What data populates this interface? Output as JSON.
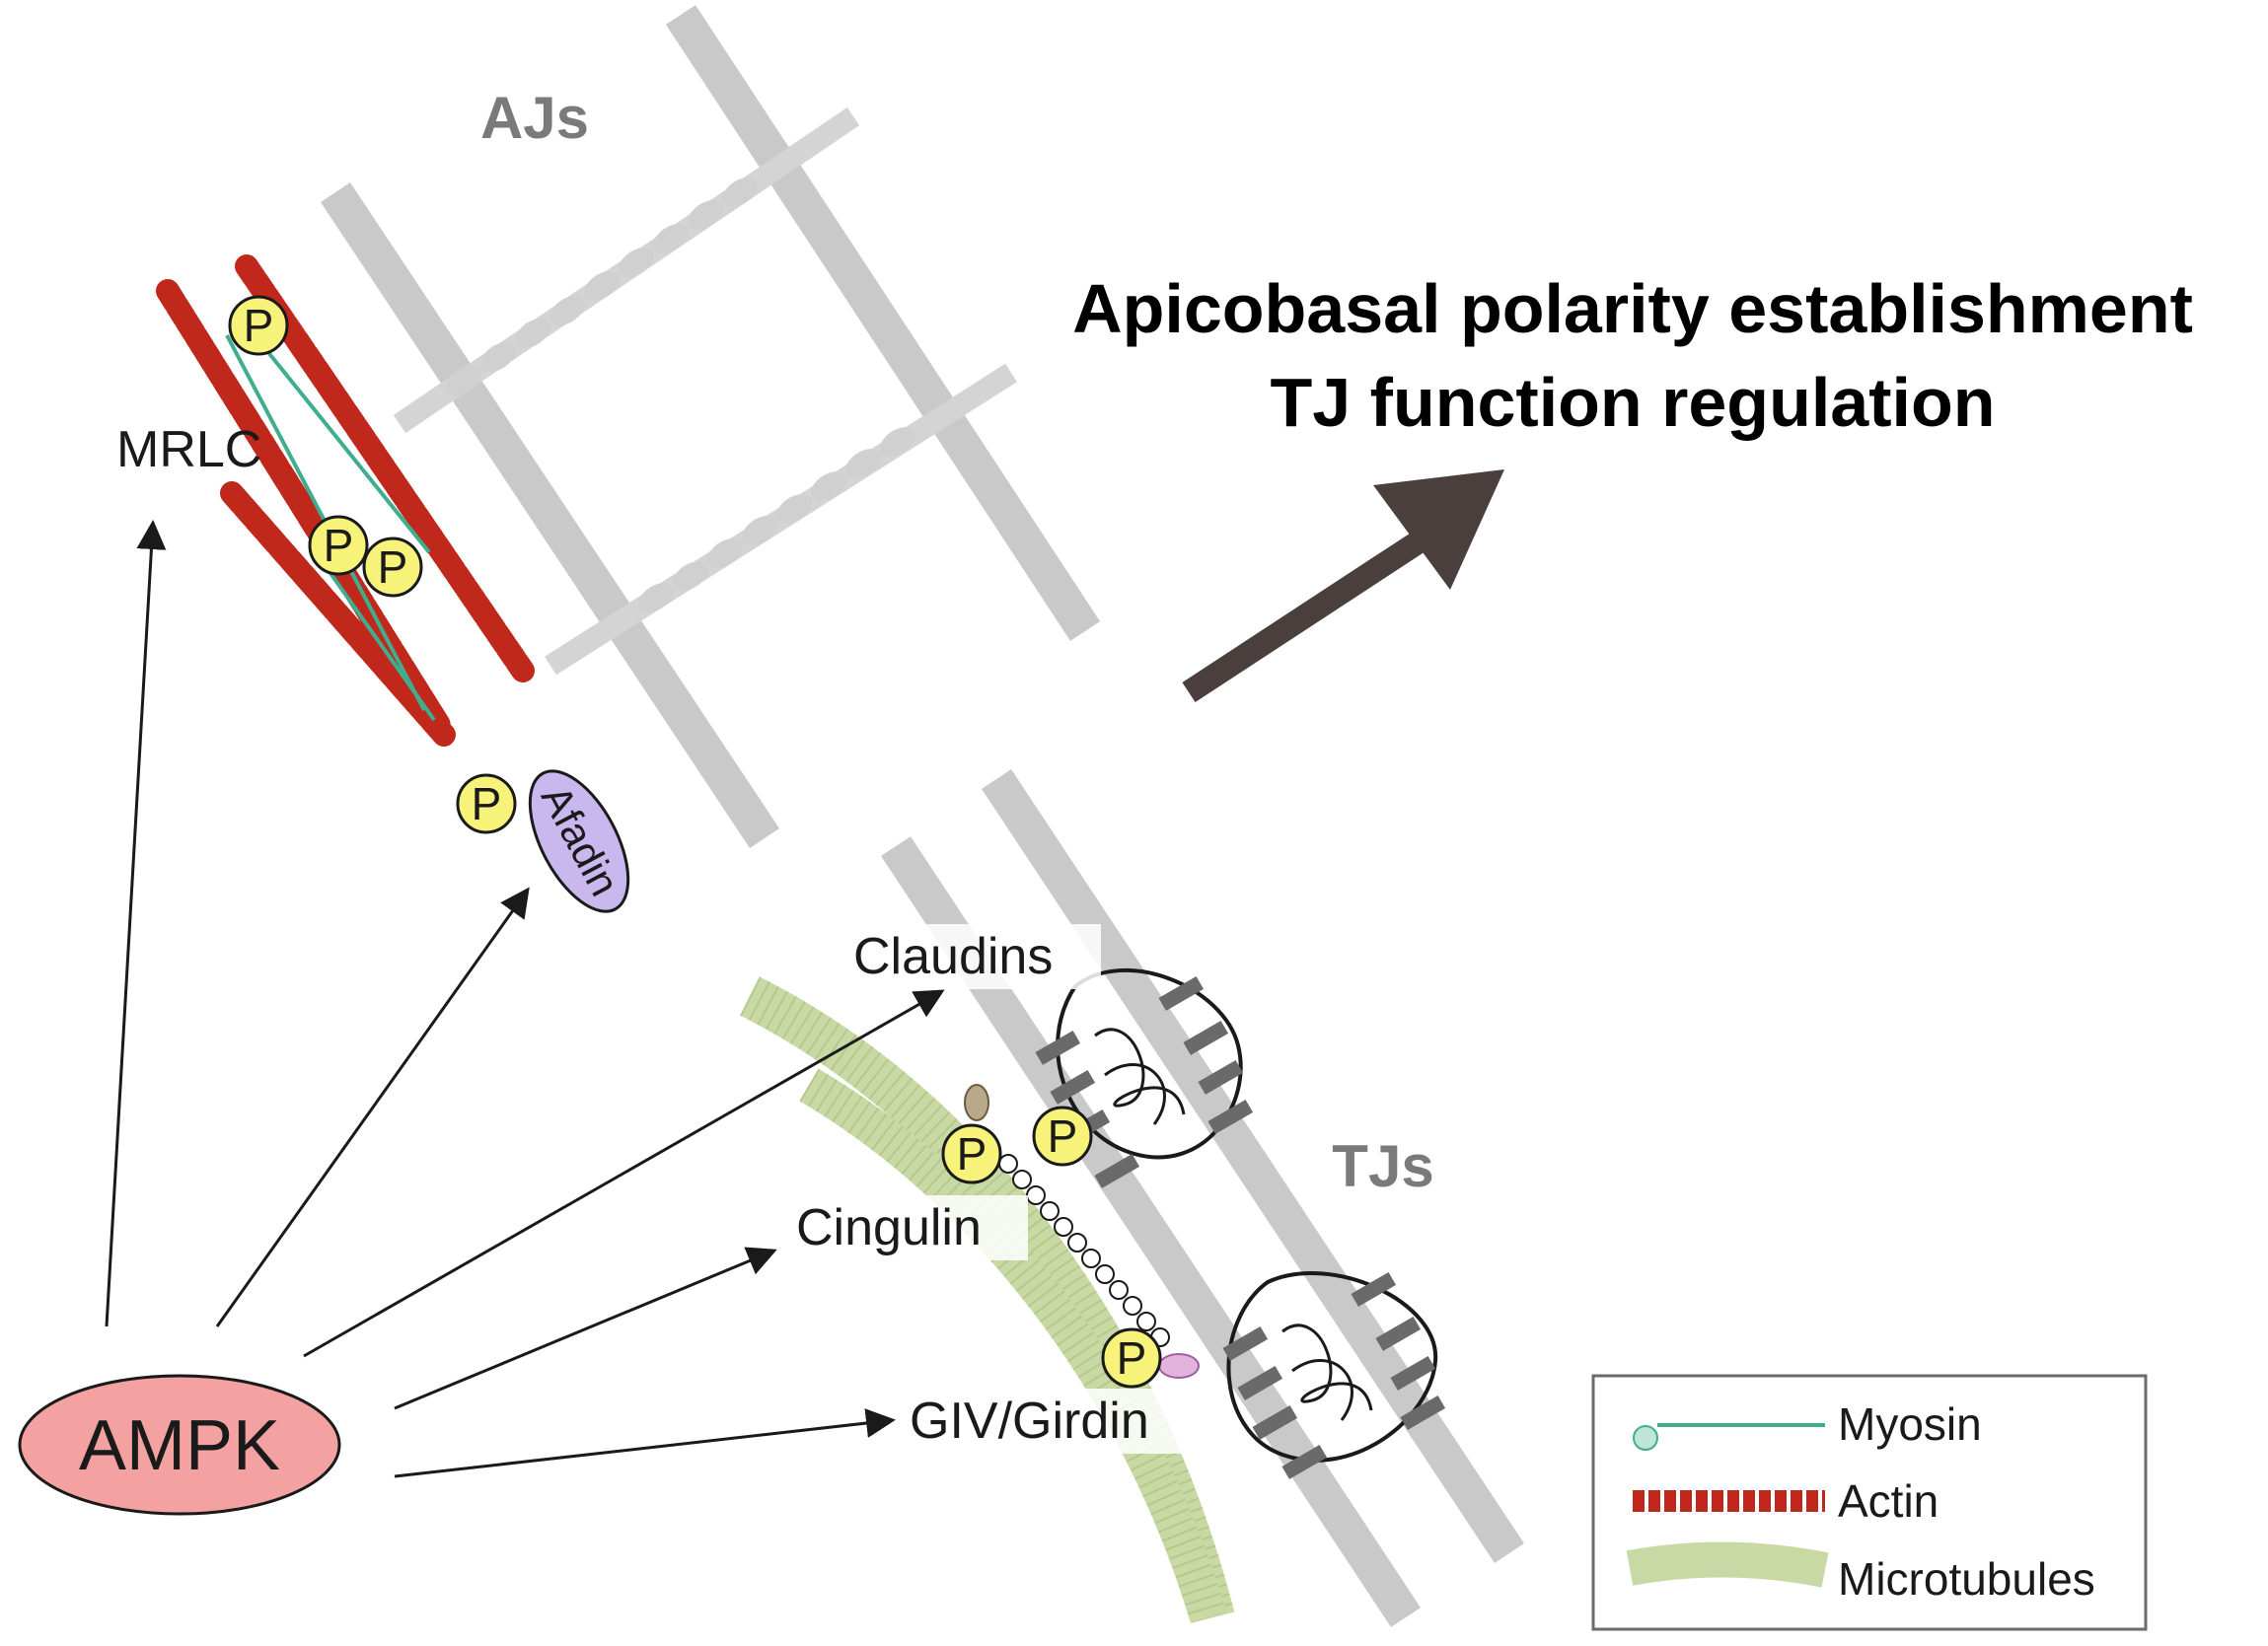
{
  "headline": {
    "line1": "Apicobasal polarity establishment",
    "line2": "TJ function regulation"
  },
  "regions": {
    "ajs": "AJs",
    "tjs": "TJs"
  },
  "center_node": "AMPK",
  "targets": {
    "mrlc": "MRLC",
    "afadin": "Afadin",
    "claudins": "Claudins",
    "cingulin": "Cingulin",
    "giv": "GIV/Girdin"
  },
  "phospho_mark": "P",
  "legend": {
    "myosin": "Myosin",
    "actin": "Actin",
    "microtubules": "Microtubules"
  },
  "colors": {
    "membrane": "#c9c9c9",
    "actin": "#c0281c",
    "myosin": "#3fae8e",
    "microtubule": "#c9d9a4",
    "phospho": "#f7f37a",
    "afadin": "#c9b8ee",
    "ampk": "#f4a1a1",
    "arrow": "#4a3f3c",
    "claudin_block": "#6a6a6a"
  }
}
